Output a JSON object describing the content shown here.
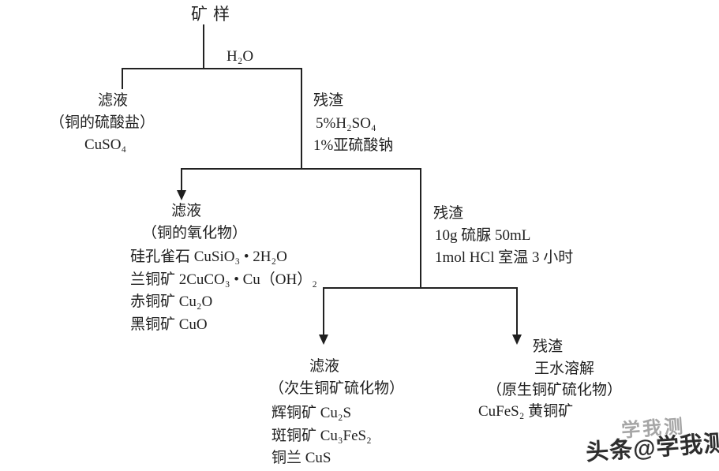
{
  "colors": {
    "background": "#ffffff",
    "line": "#222222",
    "text": "#1f1f1f",
    "watermark_main": "#2d2d2d",
    "watermark_ghost": "#a6a6a6"
  },
  "flowchart": {
    "root": {
      "label": "矿样"
    },
    "split1": {
      "edge_label": "H₂O",
      "left": {
        "title": "滤液",
        "subtitle": "（铜的硫酸盐）",
        "items": [
          "CuSO₄"
        ]
      },
      "right": {
        "title": "残渣",
        "items": [
          "5%H₂SO₄",
          "1%亚硫酸钠"
        ]
      }
    },
    "split2": {
      "left": {
        "title": "滤液",
        "subtitle": "（铜的氧化物）",
        "items": [
          "硅孔雀石 CuSiO₃ • 2H₂O",
          "兰铜矿 2CuCO₃ • Cu（OH）₂",
          "赤铜矿 Cu₂O",
          "黑铜矿 CuO"
        ]
      },
      "right": {
        "title": "残渣",
        "items": [
          "10g 硫脲 50mL",
          "1mol HCl 室温 3 小时"
        ]
      }
    },
    "split3": {
      "left": {
        "title": "滤液",
        "subtitle": "（次生铜矿硫化物）",
        "items": [
          "辉铜矿 Cu₂S",
          "斑铜矿 Cu₃FeS₂",
          "铜兰 CuS"
        ]
      },
      "right": {
        "title": "残渣",
        "subtitle": "王水溶解",
        "subtitle2": "（原生铜矿硫化物）",
        "items": [
          "CuFeS₂ 黄铜矿"
        ]
      }
    }
  },
  "watermark": {
    "main": "头条@学我测",
    "ghost": "学我测"
  }
}
